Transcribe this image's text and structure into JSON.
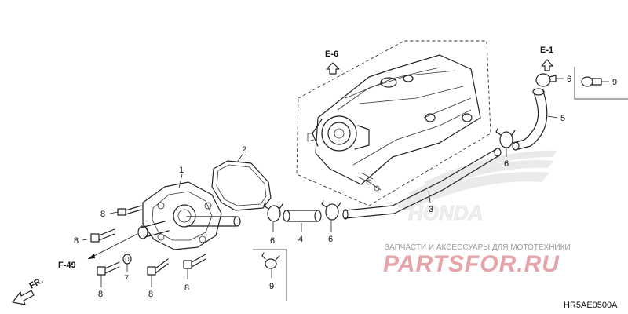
{
  "diagram_code": "HR5AE0500A",
  "references": {
    "e6": "E-6",
    "e1": "E-1",
    "f49": "F-49",
    "fr": "FR."
  },
  "callouts": {
    "c1": "1",
    "c2": "2",
    "c3": "3",
    "c4": "4",
    "c5": "5",
    "c6a": "6",
    "c6b": "6",
    "c6c": "6",
    "c6d": "6",
    "c7": "7",
    "c8a": "8",
    "c8b": "8",
    "c8c": "8",
    "c8d": "8",
    "c8e": "8",
    "c9a": "9",
    "c9b": "9"
  },
  "watermark": {
    "brand": "HONDA",
    "store_tagline": "ЗАПЧАСТИ И АКСЕССУАРЫ ДЛЯ МОТОТЕХНИКИ",
    "store_logo": "PARTSFOR.RU"
  },
  "colors": {
    "line": "#222222",
    "watermark_gray": "#d9d9d9",
    "logo_red": "#e6a3a8"
  }
}
